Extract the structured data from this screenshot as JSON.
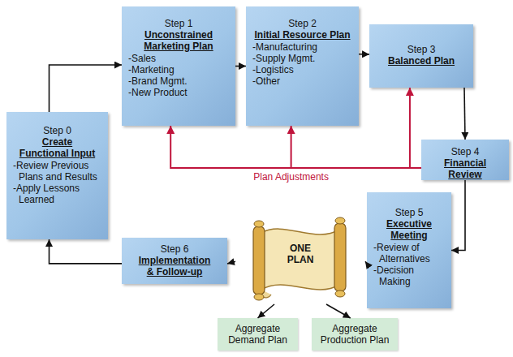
{
  "diagram": {
    "nodes": [
      {
        "text": [
          "Step 0",
          "Create Functional Input",
          "-Review Previous Plans and Results",
          "-Apply Lessons Learned"
        ]
      },
      {
        "text": [
          "Step 1",
          "Unconstrained Marketing Plan",
          "-Sales",
          "-Marketing",
          "-Brand Mgmt.",
          "-New Product"
        ]
      },
      {
        "text": [
          "Step 2",
          "Initial Resource Plan",
          "-Manufacturing",
          "-Supply Mgmt.",
          "-Logistics",
          "-Other"
        ]
      },
      {
        "text": [
          "Step 3",
          "Balanced Plan"
        ]
      },
      {
        "text": [
          "Step 4",
          "Financial Review"
        ]
      },
      {
        "text": [
          "Step 5",
          "Executive Meeting",
          "-Review of Alternatives",
          "-Decision Making"
        ]
      },
      {
        "text": [
          "Step 6",
          "Implementation & Follow-up"
        ]
      },
      {
        "text": [
          "ONE PLAN"
        ]
      },
      {
        "text": [
          "Aggregate Demand Plan"
        ]
      },
      {
        "text": [
          "Aggregate Production Plan"
        ]
      }
    ],
    "edges": [
      {
        "from": 0,
        "to": 1,
        "arrow": "to"
      },
      {
        "from": 1,
        "to": 2,
        "arrow": "to"
      },
      {
        "from": 2,
        "to": 3,
        "arrow": "to"
      },
      {
        "from": 3,
        "to": 4,
        "arrow": "to"
      },
      {
        "from": 4,
        "to": 1,
        "arrow": "to"
      },
      {
        "from": 4,
        "to": 2,
        "label": "Plan Adjustments",
        "arrow": "to"
      },
      {
        "from": 4,
        "to": 3,
        "arrow": "to"
      },
      {
        "from": 4,
        "to": 5,
        "arrow": "to"
      },
      {
        "from": 5,
        "to": 7,
        "arrow": "to"
      },
      {
        "from": 7,
        "to": 6,
        "arrow": "to"
      },
      {
        "from": 6,
        "to": 0,
        "arrow": "to"
      },
      {
        "from": 7,
        "to": 8,
        "arrow": "to"
      },
      {
        "from": 7,
        "to": 9,
        "arrow": "to"
      }
    ]
  }
}
